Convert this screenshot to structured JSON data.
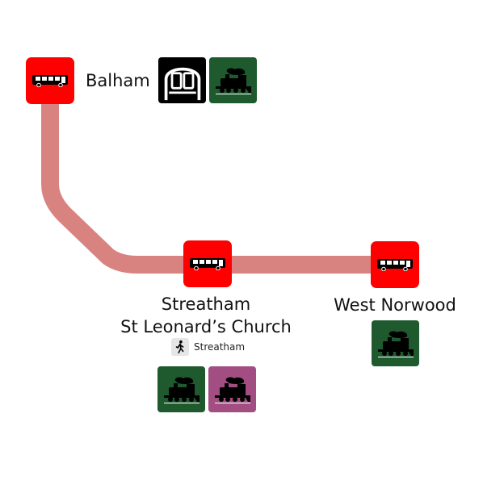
{
  "colors": {
    "bus": "#ff0000",
    "route": "#d98381",
    "underground": "#000000",
    "rail": "#1e5a2d",
    "overground": "#a24e82"
  },
  "stops": {
    "balham": {
      "name": "Balham",
      "connections": [
        "underground-icon",
        "rail-icon"
      ]
    },
    "streatham": {
      "name_line1": "Streatham",
      "name_line2": "St Leonard’s Church",
      "walk_label": "Streatham",
      "connections": [
        "rail-icon",
        "rail-icon"
      ]
    },
    "west_norwood": {
      "name": "West Norwood",
      "connections": [
        "rail-icon"
      ]
    }
  }
}
